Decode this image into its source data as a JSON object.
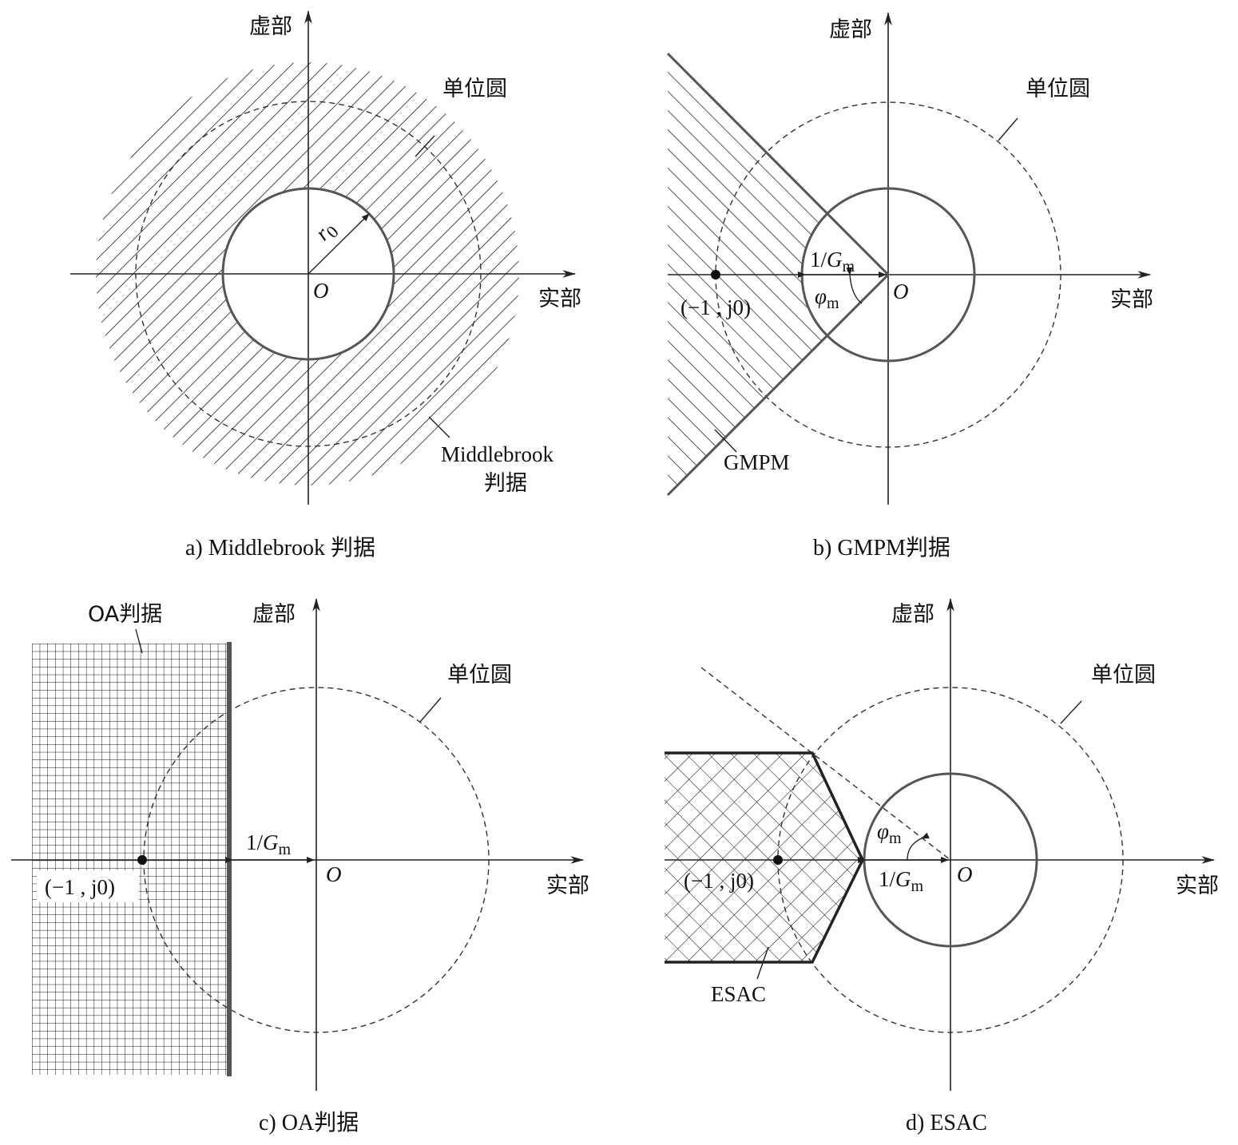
{
  "panel_a": {
    "imag_axis": "虚部",
    "real_axis": "实部",
    "origin": "O",
    "unit_circle": "单位圆",
    "radius_label": "r",
    "radius_sub": "0",
    "region_line1": "Middlebrook",
    "region_line2": "判据",
    "caption": "a) Middlebrook 判据"
  },
  "panel_b": {
    "imag_axis": "虚部",
    "real_axis": "实部",
    "origin": "O",
    "unit_circle": "单位圆",
    "gain_prefix": "1/",
    "gain_symbol": "G",
    "gain_sub": "m",
    "phase_symbol": "φ",
    "phase_sub": "m",
    "point": "(−1 , j0)",
    "region_label": "GMPM",
    "caption": "b) GMPM判据"
  },
  "panel_c": {
    "imag_axis": "虚部",
    "real_axis": "实部",
    "origin": "O",
    "unit_circle": "单位圆",
    "gain_prefix": "1/",
    "gain_symbol": "G",
    "gain_sub": "m",
    "point": "(−1 , j0)",
    "region_label": "OA判据",
    "caption": "c) OA判据"
  },
  "panel_d": {
    "imag_axis": "虚部",
    "real_axis": "实部",
    "origin": "O",
    "unit_circle": "单位圆",
    "gain_prefix": "1/",
    "gain_symbol": "G",
    "gain_sub": "m",
    "phase_symbol": "φ",
    "phase_sub": "m",
    "point": "(−1 , j0)",
    "region_label": "ESAC",
    "caption": "d) ESAC"
  }
}
